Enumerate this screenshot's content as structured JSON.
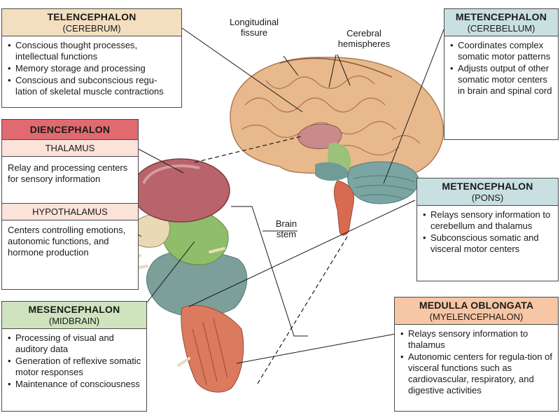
{
  "colors": {
    "telencephalon": "#f3dfbf",
    "diencephalon": "#e06a6f",
    "diencephalon_sub": "#fbe3da",
    "metencephalon": "#c9e0e2",
    "mesencephalon": "#cfe3bf",
    "medulla": "#f7c6a5"
  },
  "labels": {
    "longitudinal_fissure": "Longitudinal fissure",
    "cerebral_hemispheres": "Cerebral hemispheres",
    "brain_stem": "Brain stem"
  },
  "telencephalon": {
    "title": "TELENCEPHALON",
    "subtitle": "(CEREBRUM)",
    "items": [
      "Conscious thought processes, intellectual functions",
      "Memory storage and  processing",
      "Conscious and subconscious  regu-lation of skeletal muscle contractions"
    ]
  },
  "diencephalon": {
    "title": "DIENCEPHALON",
    "thalamus_title": "THALAMUS",
    "thalamus_text": "Relay and processing centers for sensory information",
    "hypothalamus_title": "HYPOTHALAMUS",
    "hypothalamus_text": "Centers controlling emotions, autonomic functions, and hormone production"
  },
  "cerebellum": {
    "title": "METENCEPHALON",
    "subtitle": "(CEREBELLUM)",
    "items": [
      "Coordinates complex somatic motor patterns",
      "Adjusts output of other somatic motor centers in brain and spinal cord"
    ]
  },
  "pons": {
    "title": "METENCEPHALON",
    "subtitle": "(PONS)",
    "items": [
      "Relays sensory information to cerebellum and thalamus",
      "Subconscious somatic and visceral motor centers"
    ]
  },
  "mesencephalon": {
    "title": "MESENCEPHALON",
    "subtitle": "(MIDBRAIN)",
    "items": [
      "Processing of visual and auditory data",
      "Generation of reflexive somatic motor responses",
      "Maintenance of consciousness"
    ]
  },
  "medulla": {
    "title": "MEDULLA OBLONGATA",
    "subtitle": "(MYELENCEPHALON)",
    "items": [
      "Relays sensory information to thalamus",
      "Autonomic centers for regula-tion of visceral functions such as cardiovascular, respiratory, and digestive activities"
    ]
  }
}
